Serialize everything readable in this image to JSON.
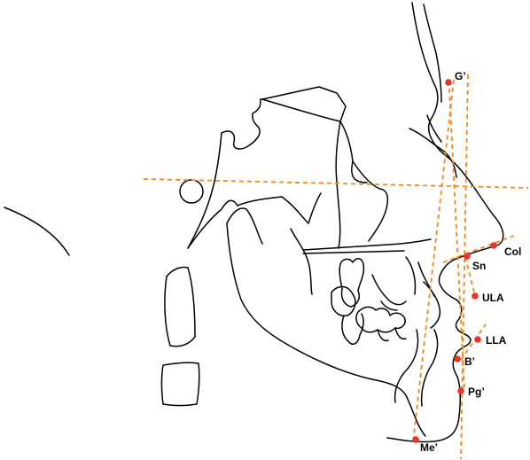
{
  "colors": {
    "reference_line": "#f08a1e",
    "landmark": "#e8352a",
    "outline": "#000000"
  },
  "landmarks": {
    "g_prime": "G’",
    "col": "Col",
    "sn": "Sn",
    "ula": "ULA",
    "lla": "LLA",
    "b_prime": "B’",
    "pg_prime": "Pg’",
    "me_prime": "Me’"
  }
}
